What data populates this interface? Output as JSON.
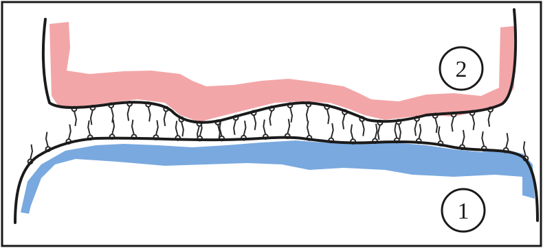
{
  "labels": [
    {
      "id": "one",
      "text": "1"
    },
    {
      "id": "two",
      "text": "2"
    }
  ],
  "colors": {
    "frame": "#1a1a1a",
    "outline": "#1b1b1b",
    "pink_layer": "#f3a6a8",
    "blue_layer": "#79a9df",
    "lipid": "#2a2a2a",
    "background": "#ffffff"
  },
  "lipid_layer": {
    "head_count_top": 24,
    "head_count_bottom": 24
  }
}
